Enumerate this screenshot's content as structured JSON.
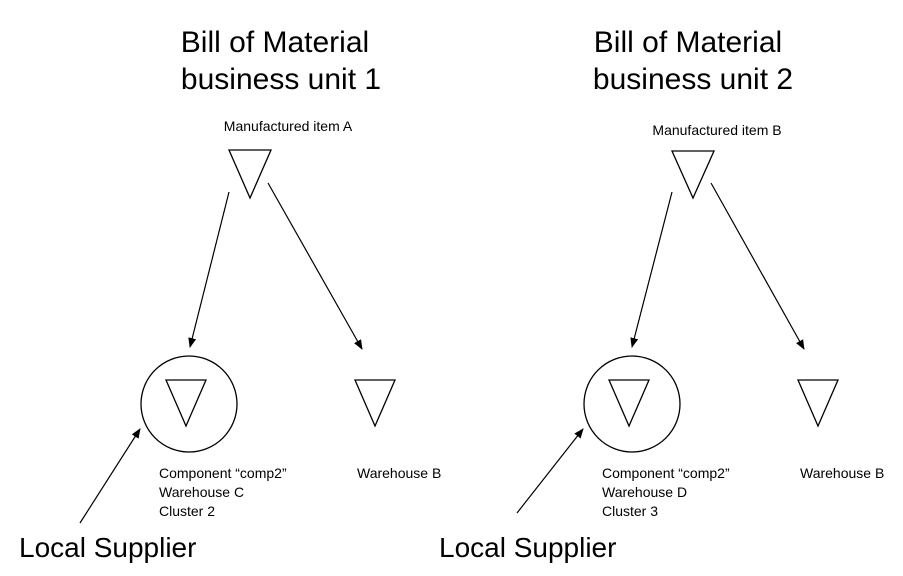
{
  "units": [
    {
      "title_line1": "Bill of Material",
      "title_line2": "business unit 1",
      "parent_item": "Manufactured item A",
      "component": {
        "line1": "Component “comp2”",
        "line2": "Warehouse C",
        "line3": "Cluster 2"
      },
      "warehouse": "Warehouse B",
      "supplier_label": "Local Supplier"
    },
    {
      "title_line1": "Bill of Material",
      "title_line2": "business unit 2",
      "parent_item": "Manufactured item B",
      "component": {
        "line1": "Component “comp2”",
        "line2": "Warehouse D",
        "line3": "Cluster 3"
      },
      "warehouse": "Warehouse B",
      "supplier_label": "Local Supplier"
    }
  ]
}
